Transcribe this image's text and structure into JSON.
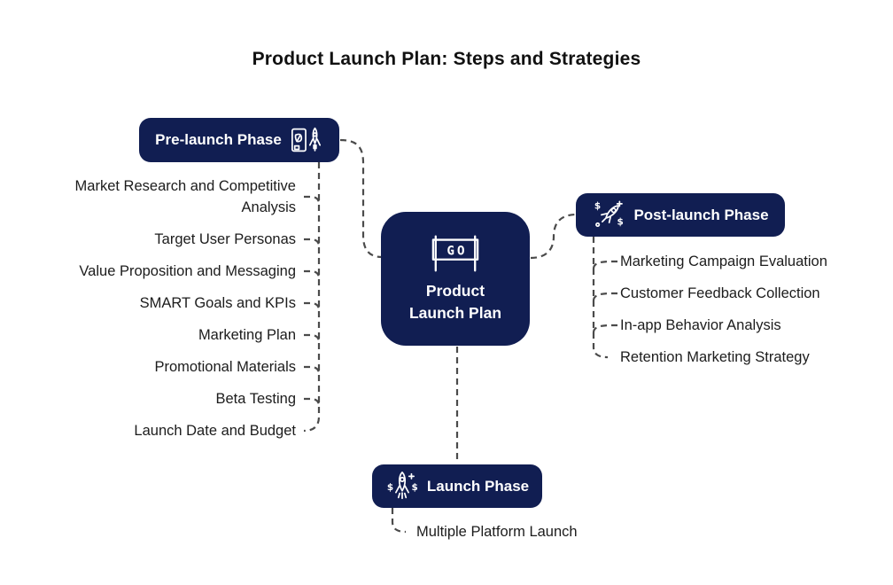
{
  "title": "Product Launch Plan: Steps and Strategies",
  "center_node": {
    "icon": "go-sign-icon",
    "go_label": "GO",
    "line1": "Product",
    "line2": "Launch Plan"
  },
  "branches": {
    "pre_launch": {
      "label": "Pre-launch Phase",
      "icon": "document-leaf-rocket-icon",
      "items": [
        "Market Research and Competitive Analysis",
        "Target User Personas",
        "Value Proposition and Messaging",
        "SMART Goals and KPIs",
        "Marketing Plan",
        "Promotional Materials",
        "Beta Testing",
        "Launch Date and Budget"
      ]
    },
    "post_launch": {
      "label": "Post-launch Phase",
      "icon": "rocket-dollar-icon",
      "items": [
        "Marketing Campaign Evaluation",
        "Customer Feedback Collection",
        "In-app Behavior Analysis",
        "Retention Marketing Strategy"
      ]
    },
    "launch": {
      "label": "Launch Phase",
      "icon": "rocket-launch-dollar-icon",
      "items": [
        "Multiple Platform Launch"
      ]
    }
  },
  "colors": {
    "background": "#ffffff",
    "node_bg": "#111e52",
    "node_text": "#ffffff",
    "connector": "#4b4b4b",
    "item_text": "#1c1c1c",
    "title_text": "#111111"
  }
}
